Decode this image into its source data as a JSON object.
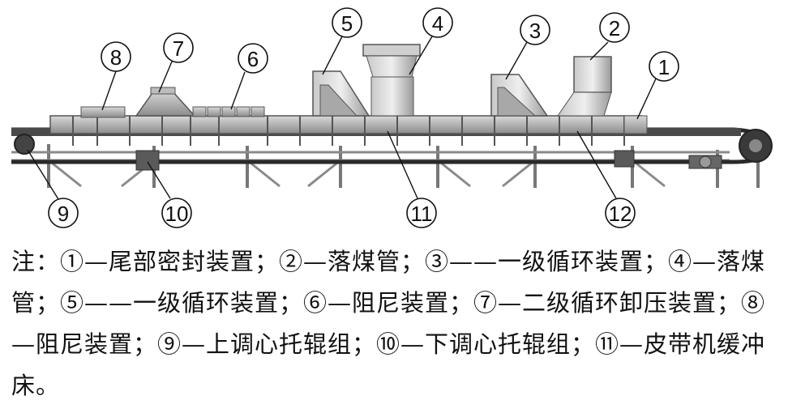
{
  "callouts": [
    "1",
    "2",
    "3",
    "4",
    "5",
    "6",
    "7",
    "8",
    "9",
    "10",
    "11",
    "12"
  ],
  "caption": "注：①—尾部密封装置；②—落煤管；③——一级循环装置；④—落煤管；⑤——一级循环装置；⑥—阻尼装置；⑦—二级循环卸压装置；⑧—阻尼装置；⑨—上调心托辊组；⑩—下调心托辊组；⑪—皮带机缓冲床。"
}
